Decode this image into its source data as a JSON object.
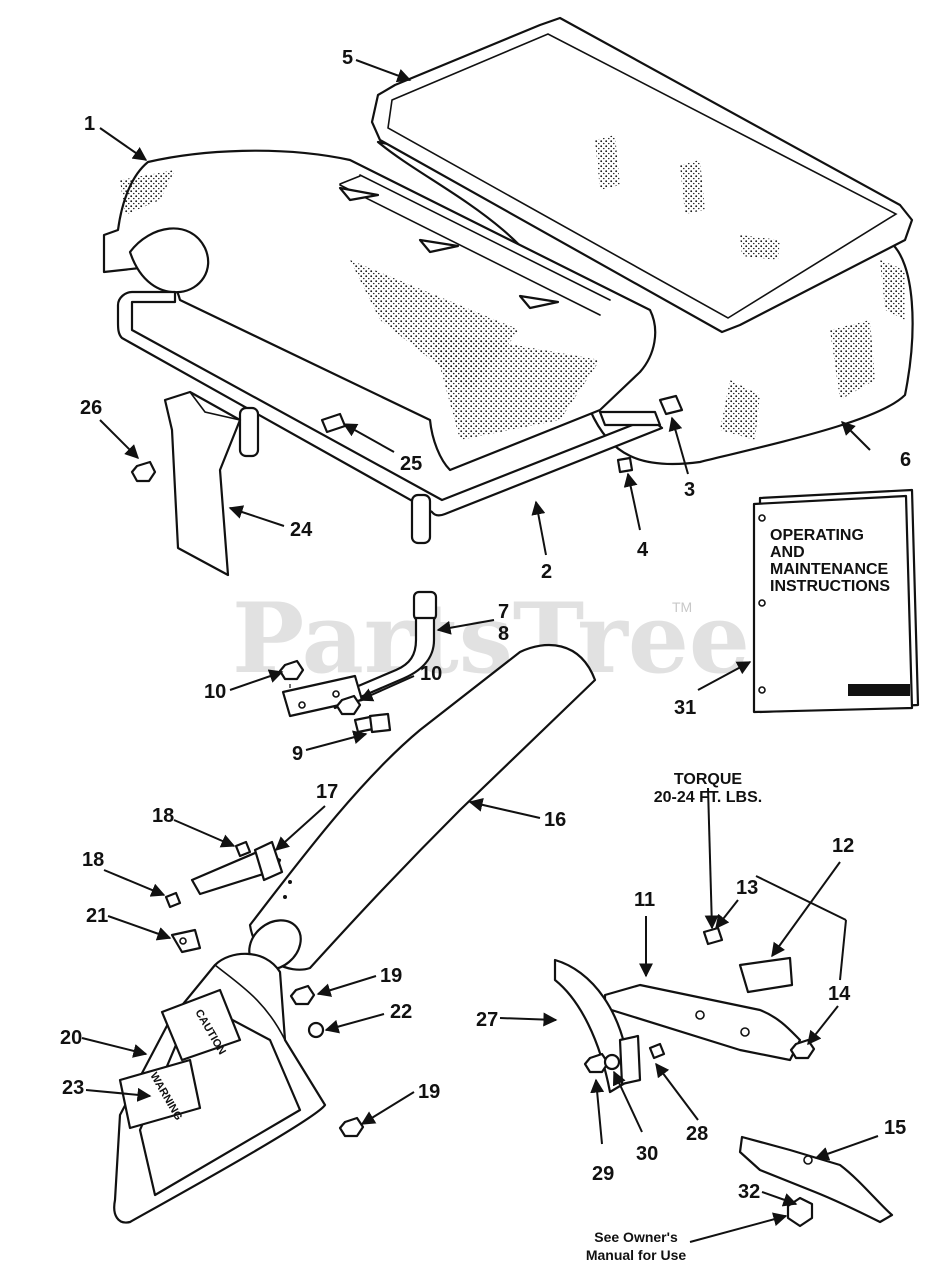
{
  "watermark": {
    "text": "PartsTree",
    "tm": "TM"
  },
  "manual": {
    "title_lines": [
      "OPERATING",
      "AND",
      "MAINTENANCE",
      "INSTRUCTIONS"
    ]
  },
  "notes": {
    "torque_line1": "TORQUE",
    "torque_line2": "20-24 FT. LBS.",
    "owners_line1": "See Owner's",
    "owners_line2": "Manual for Use"
  },
  "decals": {
    "caution": "CAUTION",
    "warning": "WARNING"
  },
  "callouts": {
    "c1": "1",
    "c2": "2",
    "c3": "3",
    "c4": "4",
    "c5": "5",
    "c6": "6",
    "c7": "7",
    "c8": "8",
    "c9": "9",
    "c10a": "10",
    "c10b": "10",
    "c11": "11",
    "c12": "12",
    "c13": "13",
    "c14": "14",
    "c15": "15",
    "c16": "16",
    "c17": "17",
    "c18a": "18",
    "c18b": "18",
    "c19a": "19",
    "c19b": "19",
    "c20": "20",
    "c21": "21",
    "c22": "22",
    "c23": "23",
    "c24": "24",
    "c25": "25",
    "c26": "26",
    "c27": "27",
    "c28": "28",
    "c29": "29",
    "c30": "30",
    "c31": "31",
    "c32": "32"
  }
}
